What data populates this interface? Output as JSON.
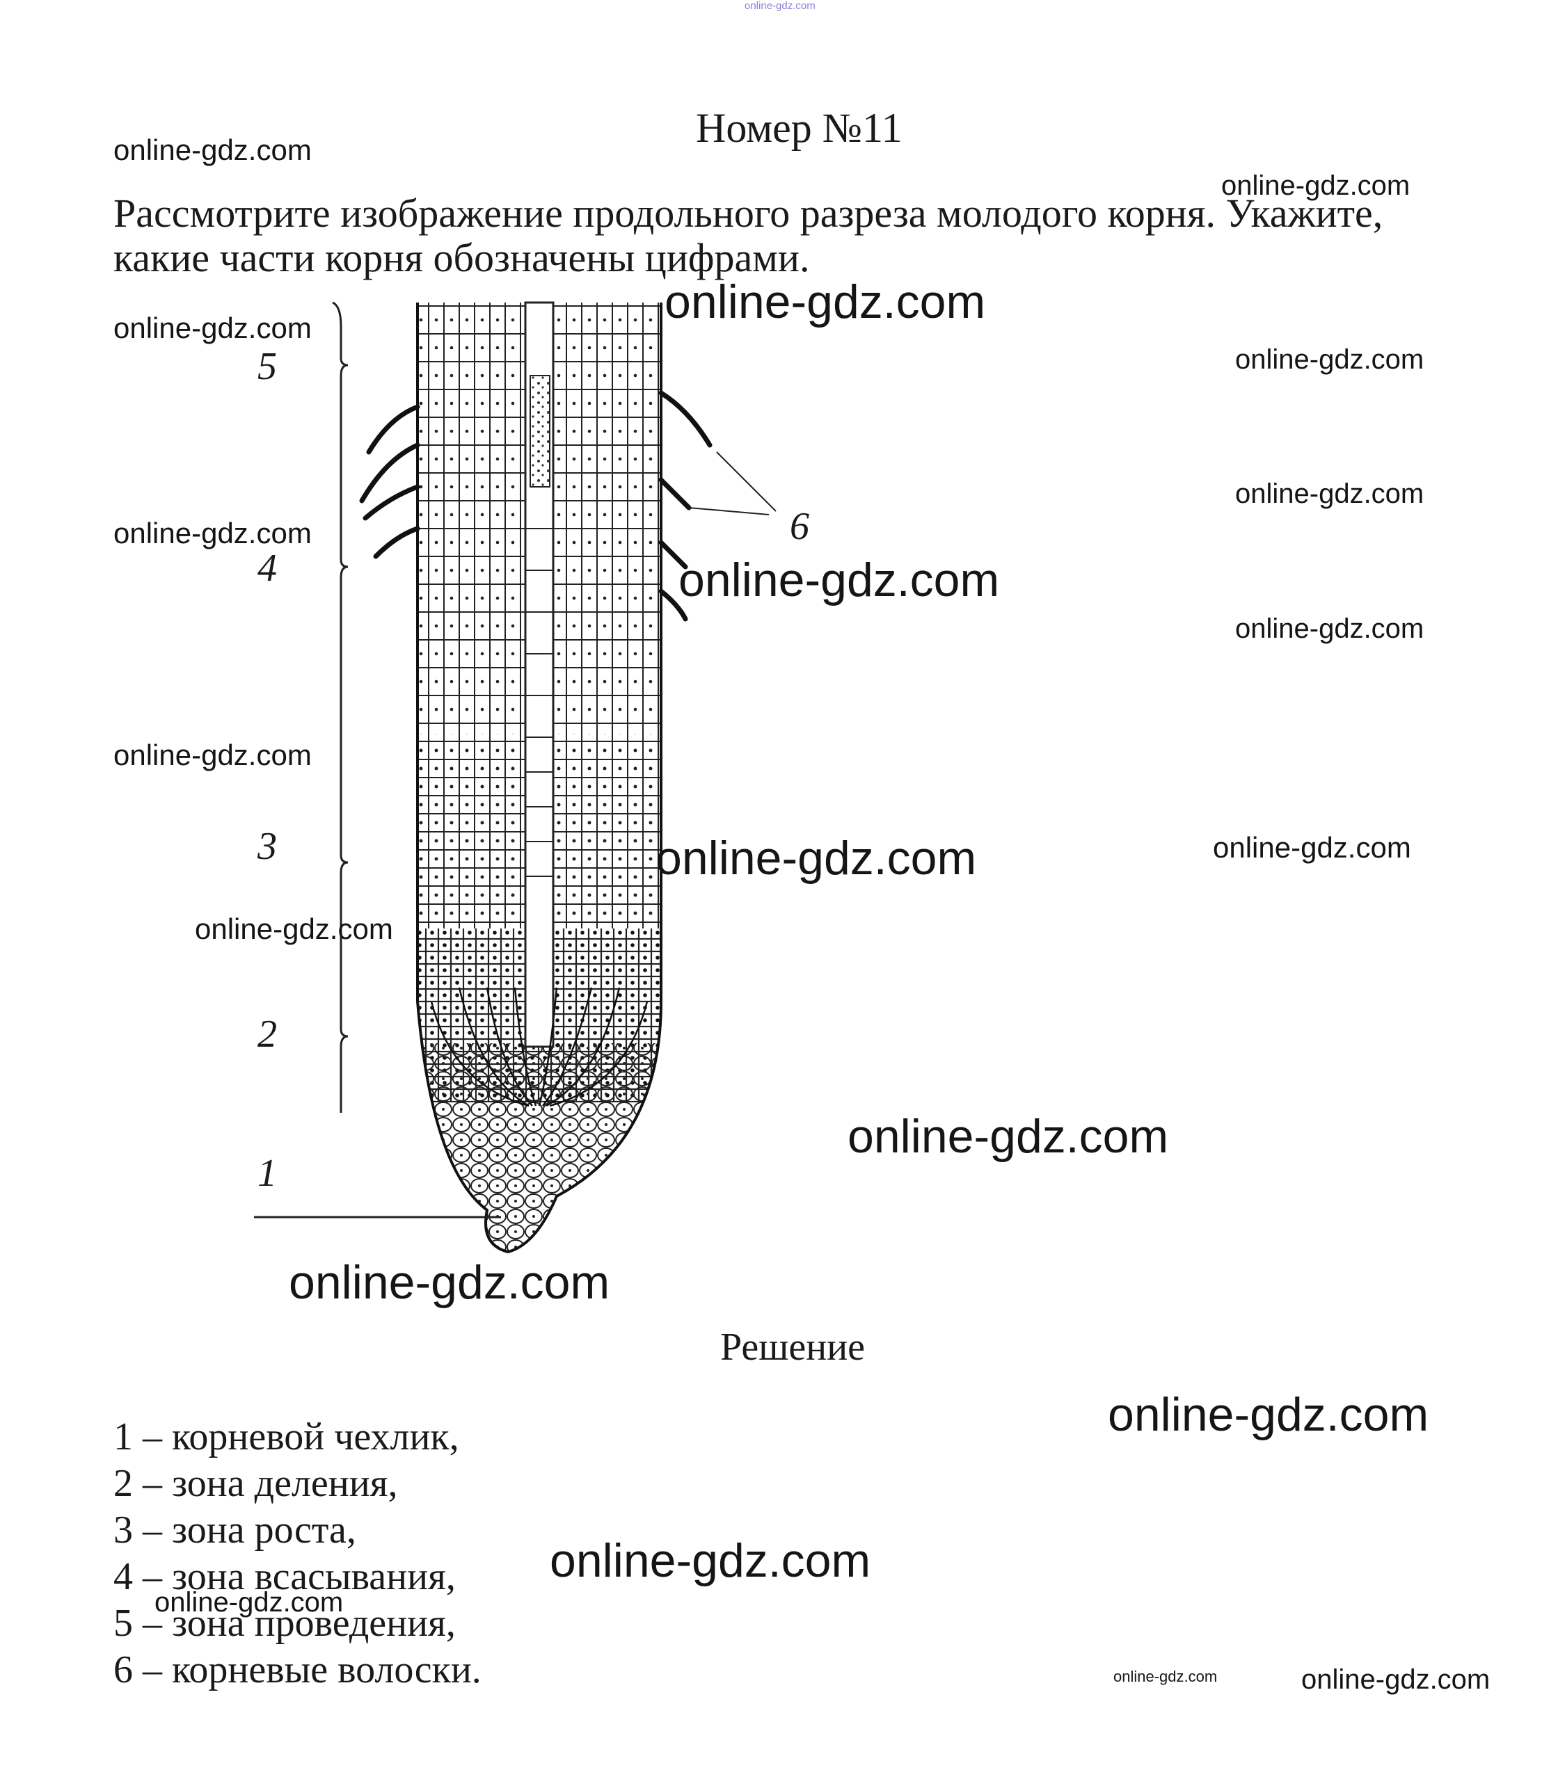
{
  "page": {
    "title": "Номер №11",
    "task_line1": "Рассмотрите изображение продольного разреза молодого корня. Укажите,",
    "task_line2": "какие части корня обозначены цифрами.",
    "solution_title": "Решение",
    "answers": [
      "1 – корневой чехлик,",
      "2 – зона деления,",
      "3 – зона роста,",
      "4 – зона всасывания,",
      "5 – зона проведения,",
      "6 – корневые волоски."
    ]
  },
  "figure": {
    "labels": [
      "5",
      "4",
      "3",
      "2",
      "1",
      "6"
    ]
  },
  "watermarks": {
    "text": "online-gdz.com",
    "top": "online-gdz.com"
  }
}
